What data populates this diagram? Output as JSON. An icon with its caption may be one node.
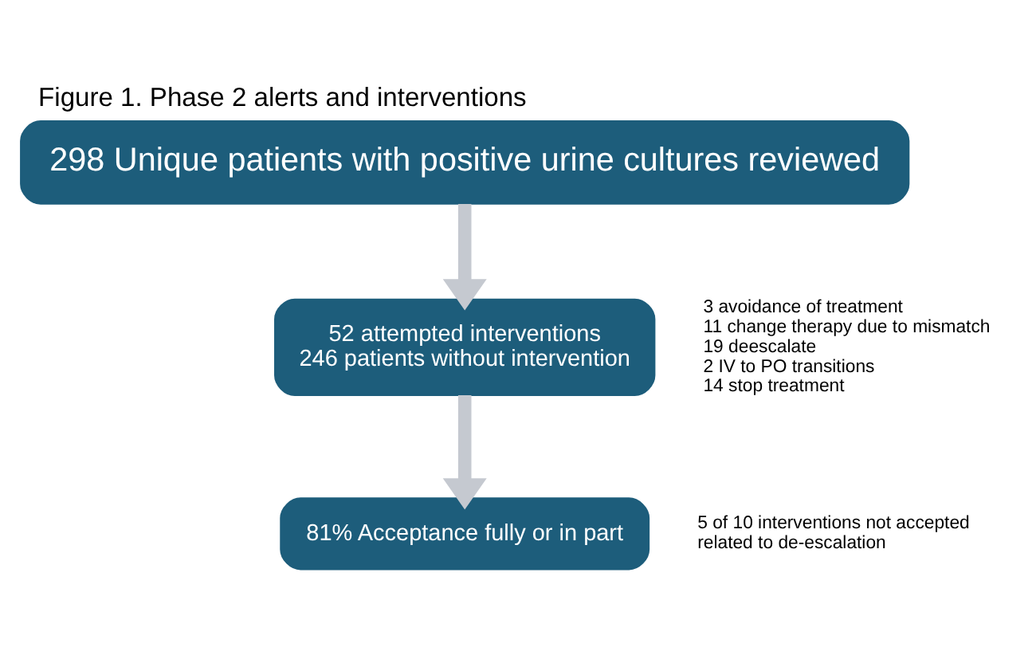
{
  "diagram": {
    "title": "Figure 1. Phase 2 alerts and interventions",
    "nodes": [
      {
        "text": [
          "298 Unique patients with positive urine cultures reviewed"
        ]
      },
      {
        "text": [
          "52 attempted interventions",
          "246 patients without intervention"
        ],
        "beside": [
          "3 avoidance of treatment",
          "11 change therapy due to mismatch",
          "19 deescalate",
          "2 IV to PO transitions",
          "14 stop treatment"
        ]
      },
      {
        "text": [
          "81% Acceptance fully or in part"
        ],
        "beside": [
          "5 of 10 interventions not accepted related to de-escalation"
        ]
      }
    ],
    "edges": [
      {
        "from": 0,
        "to": 1,
        "arrow": "to"
      },
      {
        "from": 1,
        "to": 2,
        "arrow": "to"
      }
    ]
  }
}
